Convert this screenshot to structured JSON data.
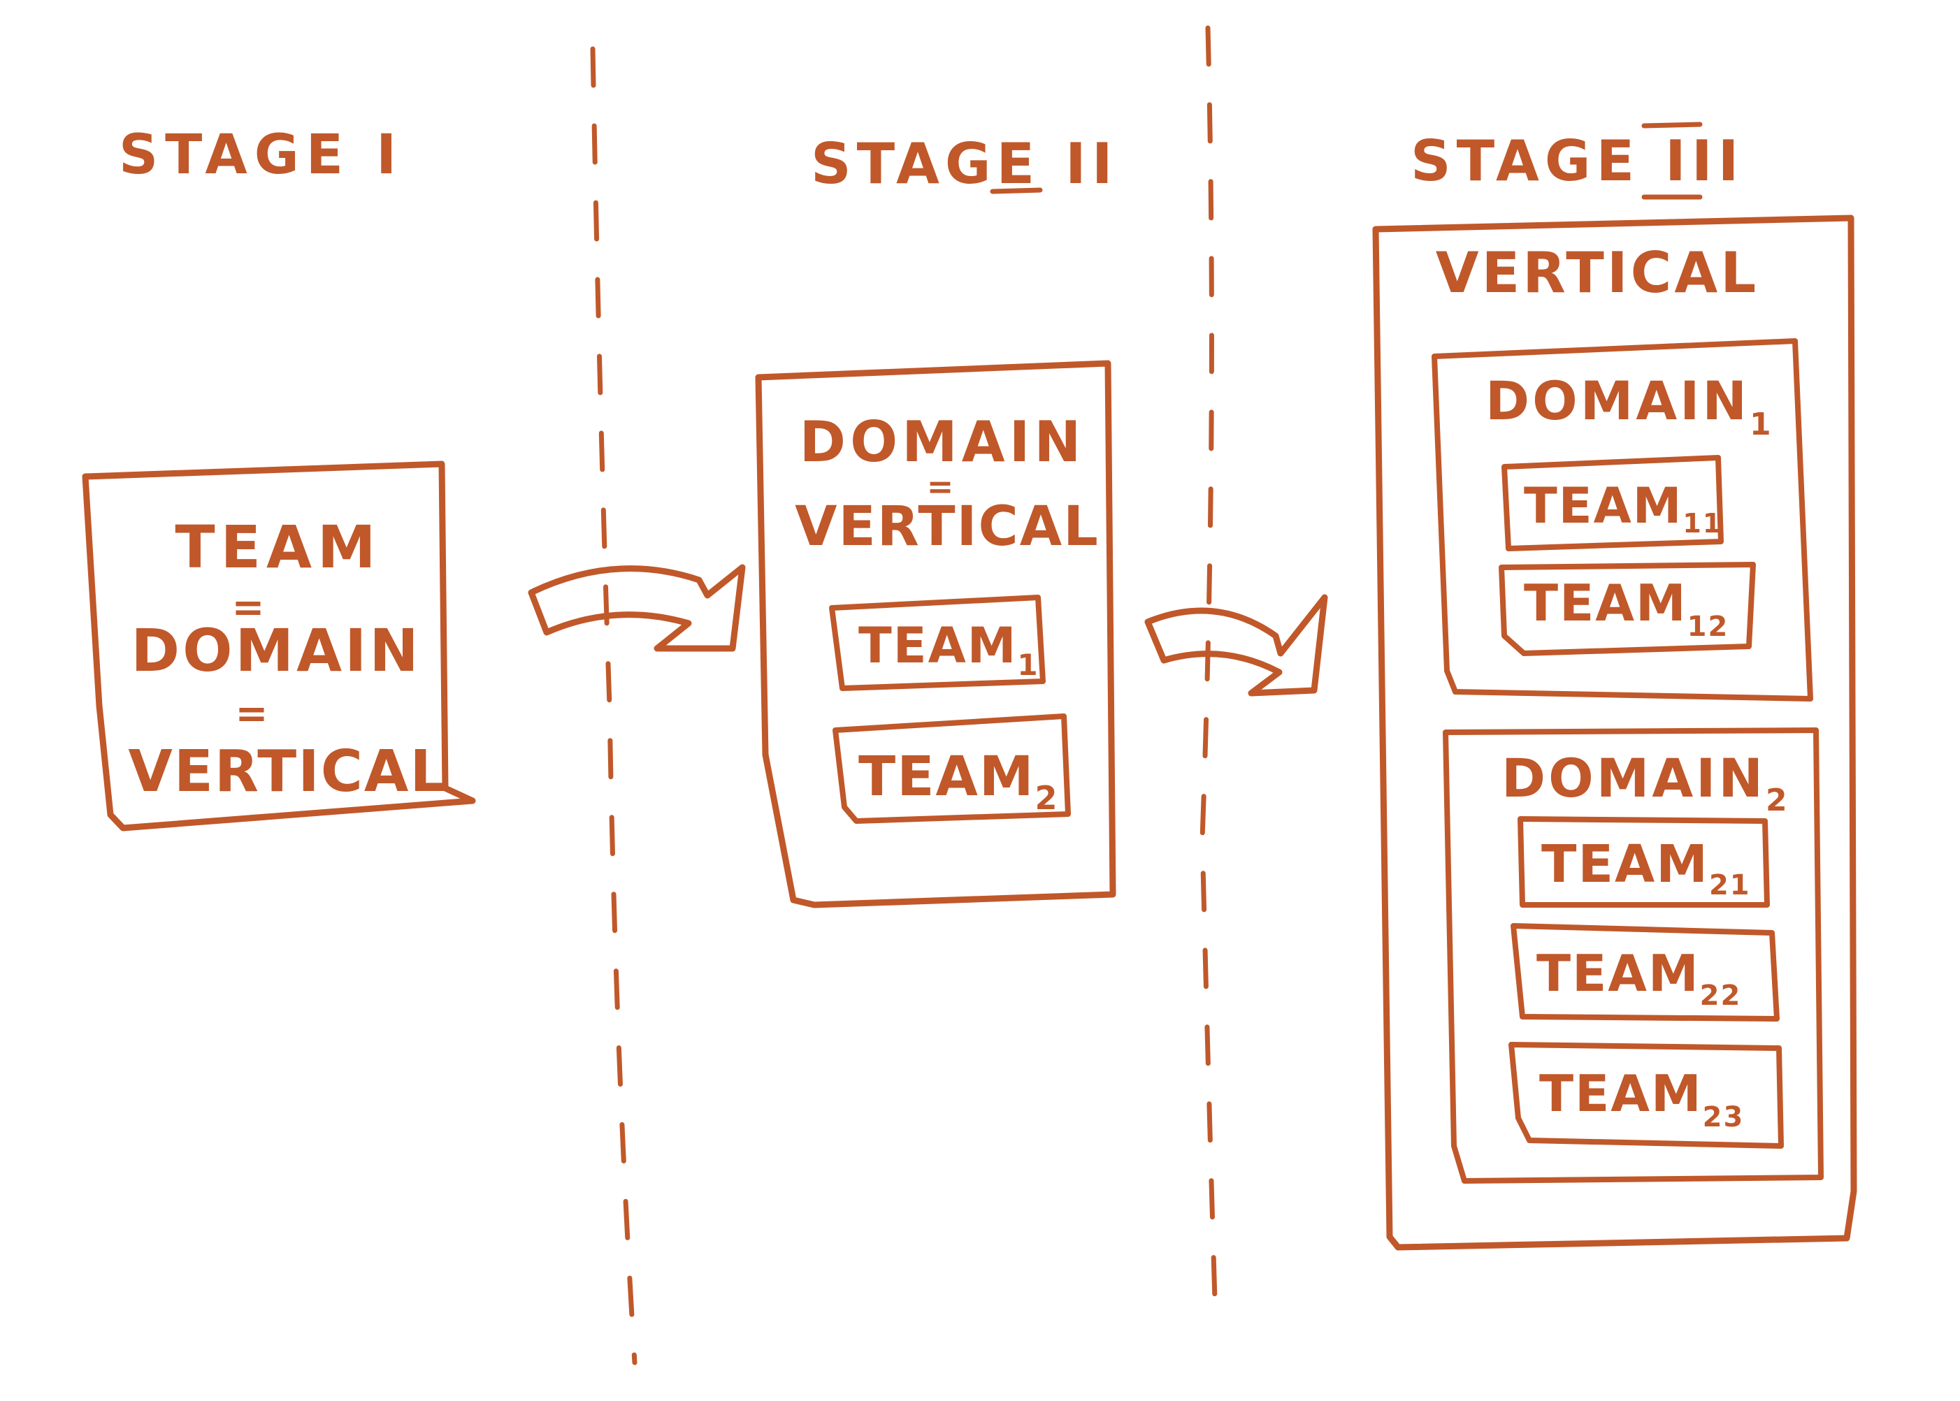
{
  "colors": {
    "ink": "#c0582a",
    "paper": "#ffffff"
  },
  "stages": [
    {
      "title": "STAGE I",
      "box_lines": [
        "TEAM",
        "=",
        "DOMAIN",
        "=",
        "VERTICAL"
      ]
    },
    {
      "title": "STAGE II",
      "box_lines": [
        "DOMAIN",
        "=",
        "VERTICAL"
      ],
      "teams": [
        {
          "label": "TEAM",
          "sub": "1"
        },
        {
          "label": "TEAM",
          "sub": "2"
        }
      ]
    },
    {
      "title": "STAGE III",
      "outer_label": "VERTICAL",
      "domains": [
        {
          "label": "DOMAIN",
          "sub": "1",
          "teams": [
            {
              "label": "TEAM",
              "sub": "11"
            },
            {
              "label": "TEAM",
              "sub": "12"
            }
          ]
        },
        {
          "label": "DOMAIN",
          "sub": "2",
          "teams": [
            {
              "label": "TEAM",
              "sub": "21"
            },
            {
              "label": "TEAM",
              "sub": "22"
            },
            {
              "label": "TEAM",
              "sub": "23"
            }
          ]
        }
      ]
    }
  ]
}
